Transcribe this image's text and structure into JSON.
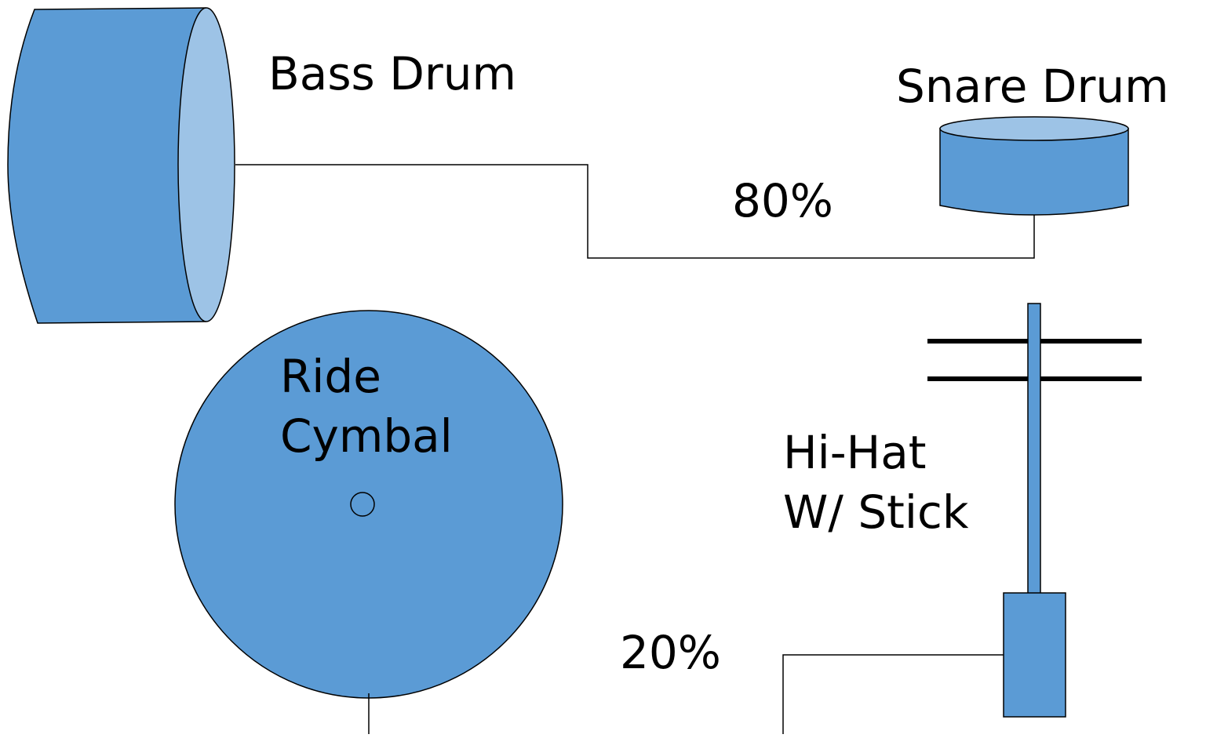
{
  "labels": {
    "bass_drum": "Bass Drum",
    "snare_drum": "Snare Drum",
    "ride_cymbal_line1": "Ride",
    "ride_cymbal_line2": "Cymbal",
    "hihat_line1": "Hi-Hat",
    "hihat_line2": "W/ Stick",
    "pct_top": "80%",
    "pct_bottom": "20%"
  },
  "colors": {
    "drum_body": "#5b9bd5",
    "drum_face": "#9dc3e6",
    "stroke": "#000000",
    "background": "#ffffff"
  }
}
